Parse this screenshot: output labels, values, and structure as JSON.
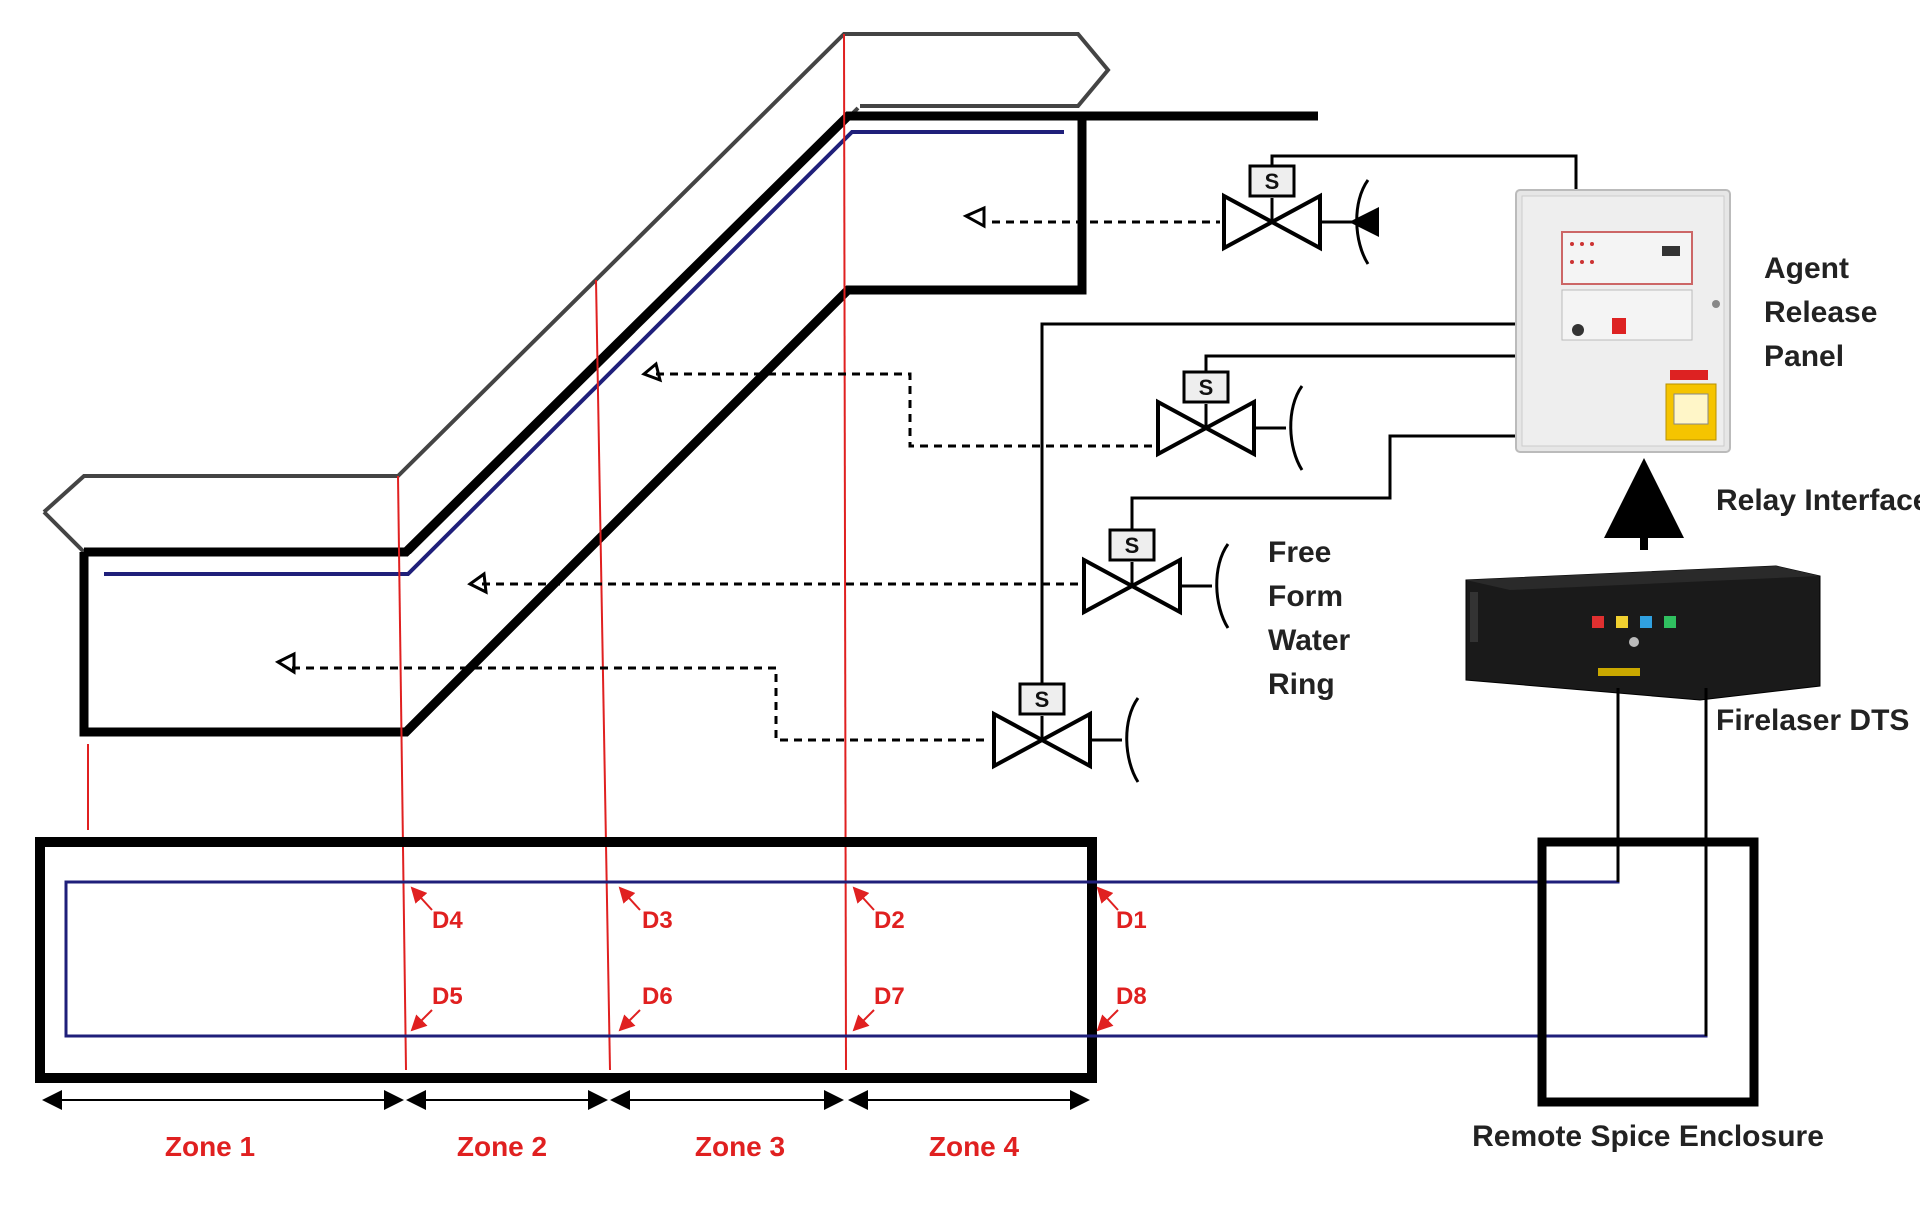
{
  "labels": {
    "agent_release_panel": [
      "Agent",
      "Release",
      "Panel"
    ],
    "relay_interface": "Relay Interface",
    "firelaser_dts": "Firelaser DTS",
    "free_form_water_ring": [
      "Free",
      "Form",
      "Water",
      "Ring"
    ],
    "remote_splice_enclosure": "Remote Spice Enclosure"
  },
  "zones": [
    "Zone 1",
    "Zone 2",
    "Zone 3",
    "Zone 4"
  ],
  "detectors": {
    "top": [
      "D4",
      "D3",
      "D2",
      "D1"
    ],
    "bottom": [
      "D5",
      "D6",
      "D7",
      "D8"
    ]
  },
  "valves": [
    {
      "id": "valve-1",
      "symbol": "S"
    },
    {
      "id": "valve-2",
      "symbol": "S"
    },
    {
      "id": "valve-3",
      "symbol": "S"
    },
    {
      "id": "valve-4",
      "symbol": "S"
    }
  ],
  "colors": {
    "structure": "#000000",
    "fiber": "#1f1f7a",
    "zone_lines": "#e02020",
    "labels": "#222222",
    "panel_body": "#e8e8e8",
    "dts_body": "#1a1a1a"
  }
}
